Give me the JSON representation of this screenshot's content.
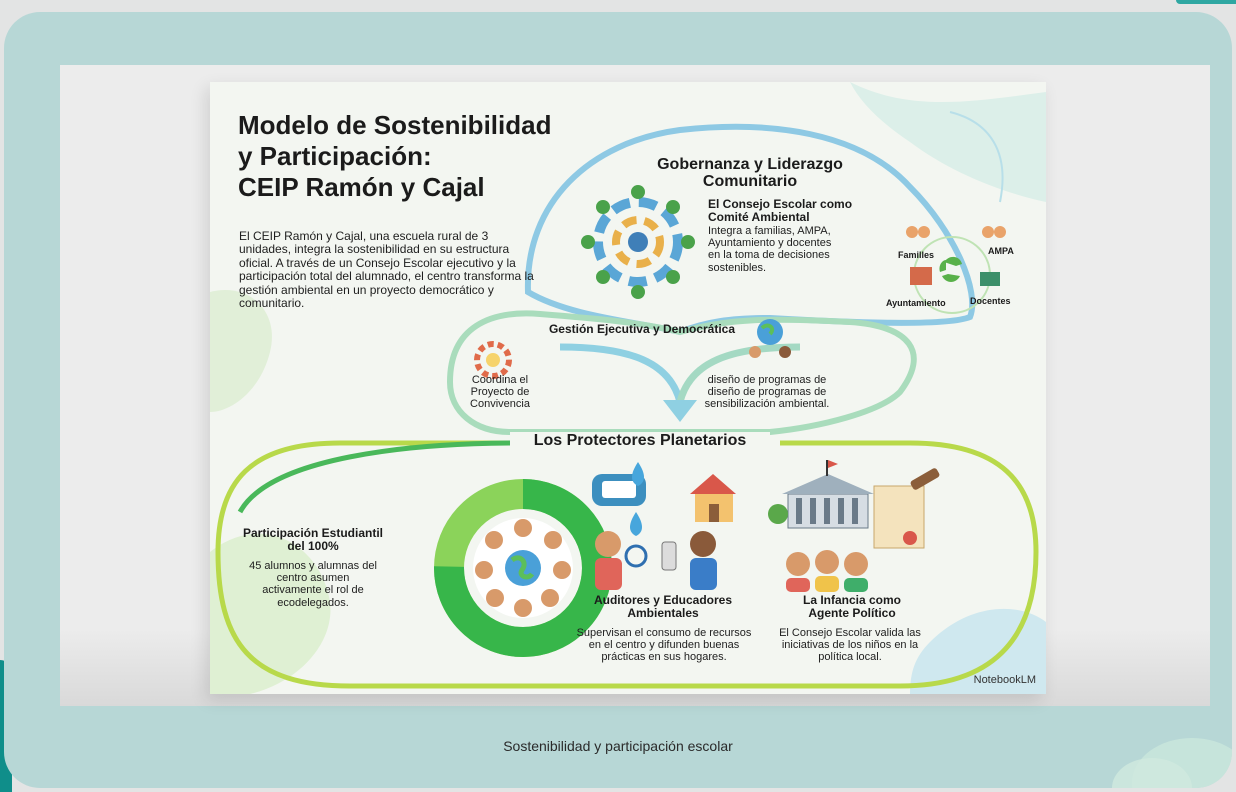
{
  "caption": "Sostenibilidad y participación escolar",
  "watermark": "NotebookLM",
  "poster": {
    "title_lines": [
      "Modelo de Sostenibilidad",
      "y Participación:",
      "CEIP Ramón y Cajal"
    ],
    "intro": "El CEIP Ramón y Cajal, una escuela rural de 3 unidades, integra la sostenibilidad en su estructura oficial. A través de un Consejo Escolar ejecutivo y la participación total del alumnado, el centro transforma la gestión ambiental en un proyecto democrático y comunitario.",
    "governance": {
      "heading": "Gobernanza y Liderazgo Comunitario",
      "subheading": "El Consejo Escolar como Comité Ambiental",
      "text": "Integra a familias, AMPA, Ayuntamiento y docentes en la toma de decisiones sostenibles.",
      "labels": [
        "Familles",
        "AMPA",
        "Ayuntamiento",
        "Docentes"
      ]
    },
    "executive": {
      "heading": "Gestión Ejecutiva y Democrática",
      "left_text": "Coordina el Proyecto de Convivencia",
      "right_text": "diseño de programas de diseño de programas de sensibilización ambiental."
    },
    "protectors": {
      "heading": "Los Protectores Planetarios",
      "participation_title": "Participación Estudiantil del 100%",
      "participation_text": "45 alumnos y alumnas del centro asumen activamente el rol de ecodelegados.",
      "participation_percent": 100,
      "auditors_title": "Auditores y Educadores Ambientales",
      "auditors_text": "Supervisan el consumo de recursos en el centro y difunden buenas prácticas en sus hogares.",
      "agent_title": "La Infancia como Agente Político",
      "agent_text": "El Consejo Escolar valida las iniciativas de los niños en la política local."
    }
  },
  "colors": {
    "card": "#b7d7d6",
    "accent_teal": "#2fa7a2",
    "loop_blue": "#8ec9e4",
    "loop_green": "#a9dcbc",
    "loop_lime": "#b8d94a",
    "ring_green": "#37b64a"
  },
  "icons": [
    "people-circle-icon",
    "recycle-icon",
    "water-drop-icon",
    "house-icon",
    "magnifier-icon",
    "city-hall-icon",
    "gavel-icon",
    "globe-icon"
  ]
}
